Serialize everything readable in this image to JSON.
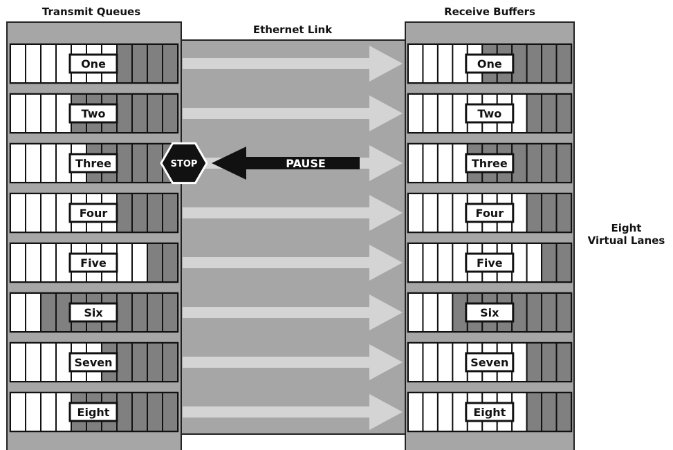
{
  "headers": {
    "transmit": "Transmit Queues",
    "receive": "Receive Buffers",
    "link": "Ethernet Link",
    "side_line1": "Eight",
    "side_line2": "Virtual Lanes"
  },
  "colors": {
    "panel": "#a6a6a6",
    "link_bg": "#a6a6a6",
    "empty_slot": "#ffffff",
    "full_slot": "#808080",
    "arrow": "#d4d4d4",
    "pause_arrow": "#111111",
    "stop": "#111111"
  },
  "stop_label": "STOP",
  "pause_label": "PAUSE",
  "paused_lane": 3,
  "lanes": [
    {
      "label": "One",
      "tx_full": 4,
      "rx_full": 6
    },
    {
      "label": "Two",
      "tx_full": 7,
      "rx_full": 3
    },
    {
      "label": "Three",
      "tx_full": 6,
      "rx_full": 7
    },
    {
      "label": "Four",
      "tx_full": 4,
      "rx_full": 3
    },
    {
      "label": "Five",
      "tx_full": 2,
      "rx_full": 2
    },
    {
      "label": "Six",
      "tx_full": 9,
      "rx_full": 8
    },
    {
      "label": "Seven",
      "tx_full": 5,
      "rx_full": 3
    },
    {
      "label": "Eight",
      "tx_full": 7,
      "rx_full": 3
    }
  ]
}
